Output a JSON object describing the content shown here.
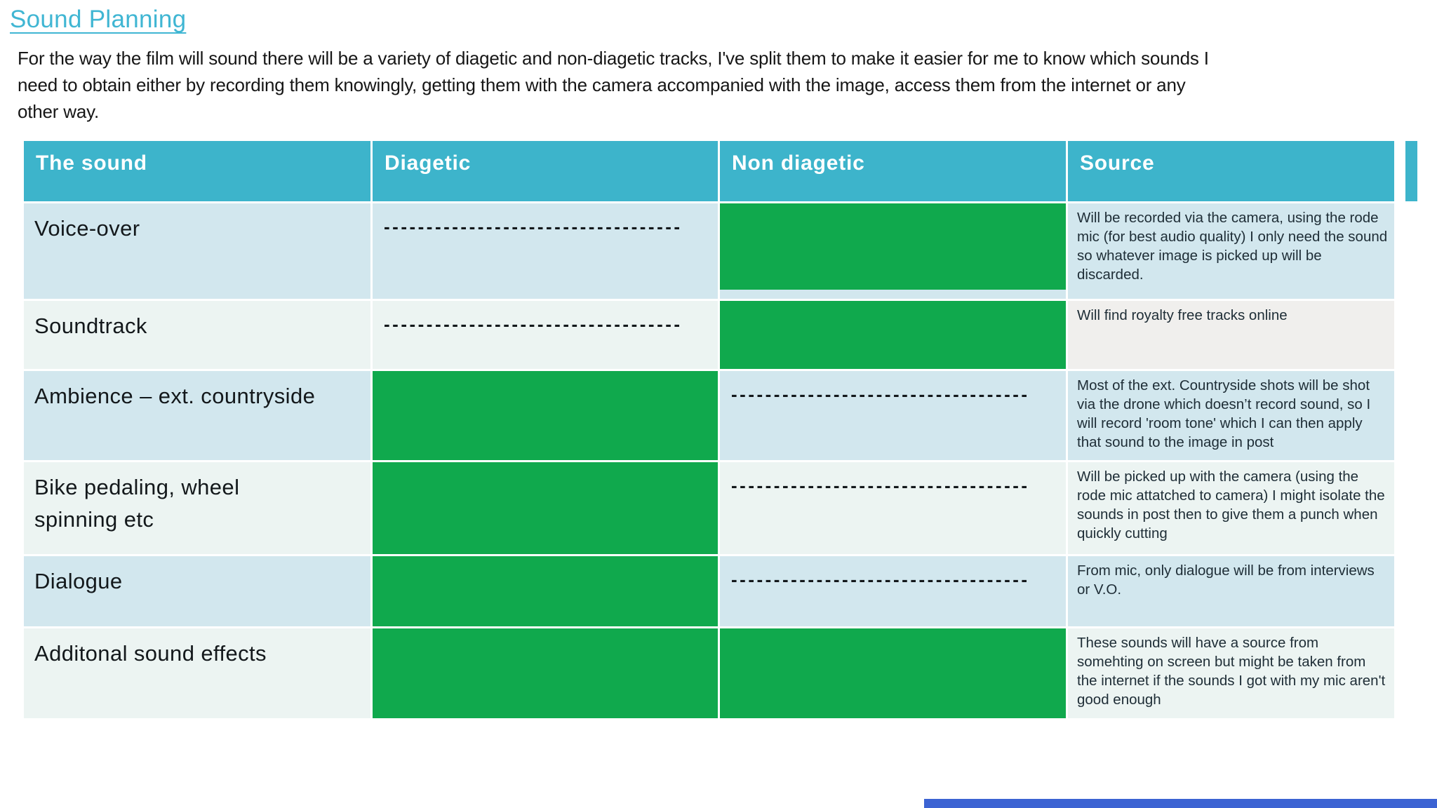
{
  "page": {
    "title": "Sound Planning",
    "intro_lines": [
      "For the way the film will sound there will be a variety of  diagetic and non-diagetic tracks, I've split them to make it easier for me to know which sounds I",
      "need to obtain either by recording them knowingly, getting them with the camera accompanied with the image, access them from the internet or any",
      "other way."
    ]
  },
  "colors": {
    "title_teal": "#40b6d3",
    "header_teal": "#3db4cb",
    "green_fill": "#10a94d",
    "row_light_blue": "#d2e7ee",
    "row_light_mint": "#ecf4f2",
    "bottom_bar_blue": "#3c63d3"
  },
  "table": {
    "headers": [
      "The sound",
      "Diagetic",
      "Non diagetic",
      "Source"
    ],
    "dash_line": "-----------------------------------",
    "rows": [
      {
        "sound": "Voice-over",
        "diagetic": "dashes",
        "non_diagetic": "green",
        "source": "Will be recorded via the camera, using the rode mic (for best audio quality) I only need the sound so whatever image is picked up will be discarded."
      },
      {
        "sound": "Soundtrack",
        "diagetic": "dashes",
        "non_diagetic": "green",
        "source": "Will find royalty free tracks online"
      },
      {
        "sound": "Ambience – ext. countryside",
        "diagetic": "green",
        "non_diagetic": "dashes",
        "source": "Most of the ext. Countryside shots will be shot via the drone which doesn’t record sound, so I will record 'room tone' which I can then apply that sound to the image in post"
      },
      {
        "sound": "Bike pedaling, wheel spinning etc",
        "diagetic": "green",
        "non_diagetic": "dashes",
        "source": "Will be picked up with the camera (using the rode mic attatched to camera) I might isolate the sounds in post then to give them a punch when quickly cutting"
      },
      {
        "sound": "Dialogue",
        "diagetic": "green",
        "non_diagetic": "dashes",
        "source": "From mic, only dialogue will be from interviews or V.O."
      },
      {
        "sound": "Additonal sound effects",
        "diagetic": "green",
        "non_diagetic": "green",
        "source": "These sounds will have a source from somehting on screen but might be taken from the internet if the sounds I got with my mic aren't good enough"
      }
    ]
  }
}
